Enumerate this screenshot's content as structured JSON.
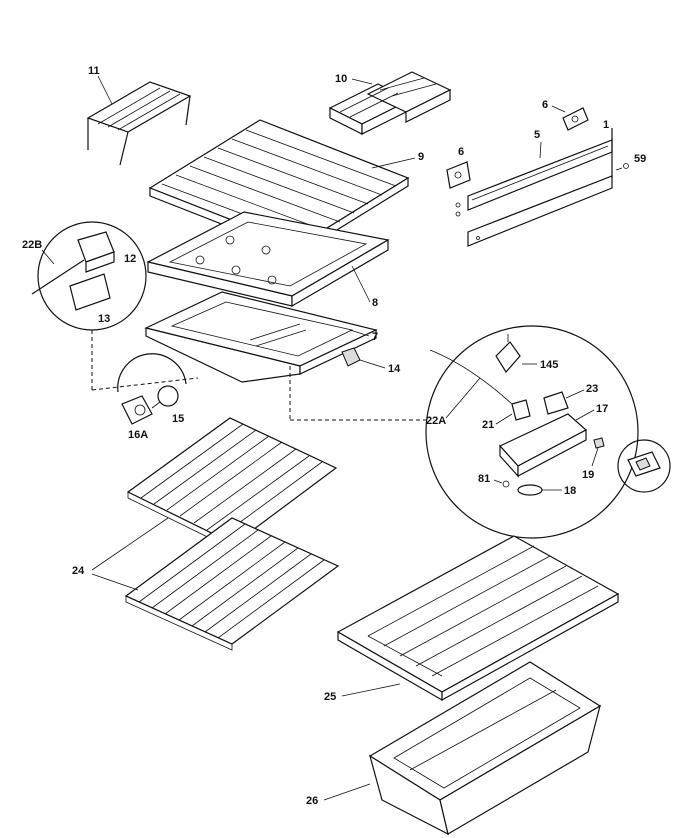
{
  "callouts": {
    "c11": "11",
    "c10": "10",
    "c6a": "6",
    "c1": "1",
    "c5": "5",
    "c6b": "6",
    "c59": "59",
    "c9": "9",
    "c22b": "22B",
    "c12": "12",
    "c13": "13",
    "c8": "8",
    "c7": "7",
    "c14": "14",
    "c145": "145",
    "c23": "23",
    "c17": "17",
    "c22a": "22A",
    "c21": "21",
    "c19": "19",
    "c81": "81",
    "c18": "18",
    "c16a": "16A",
    "c15": "15",
    "c24": "24",
    "c25": "25",
    "c26": "26"
  }
}
